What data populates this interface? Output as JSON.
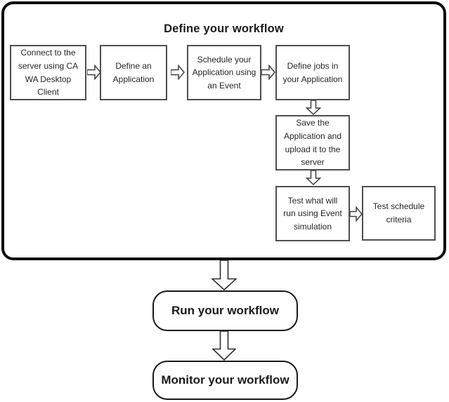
{
  "colors": {
    "background": "#ffffff",
    "container_border": "#0d0d0d",
    "box_border": "#4f4f4f",
    "pill_border": "#1a1a1a",
    "text": "#262626",
    "arrow_stroke": "#3f3f3f",
    "arrow_fill": "#ffffff"
  },
  "workflow": {
    "container_title": "Define your workflow",
    "steps": {
      "connect": "Connect to the\nserver using CA\nWA Desktop\nClient",
      "define_app": "Define an\nApplication",
      "schedule": "Schedule your\nApplication using\nan Event",
      "define_jobs": "Define jobs in\nyour Application",
      "save_upload": "Save the\nApplication and\nupload it to the\nserver",
      "test_run": "Test what will\nrun using Event\nsimulation",
      "test_schedule": "Test schedule\ncriteria"
    },
    "run_label": "Run your workflow",
    "monitor_label": "Monitor your workflow"
  }
}
